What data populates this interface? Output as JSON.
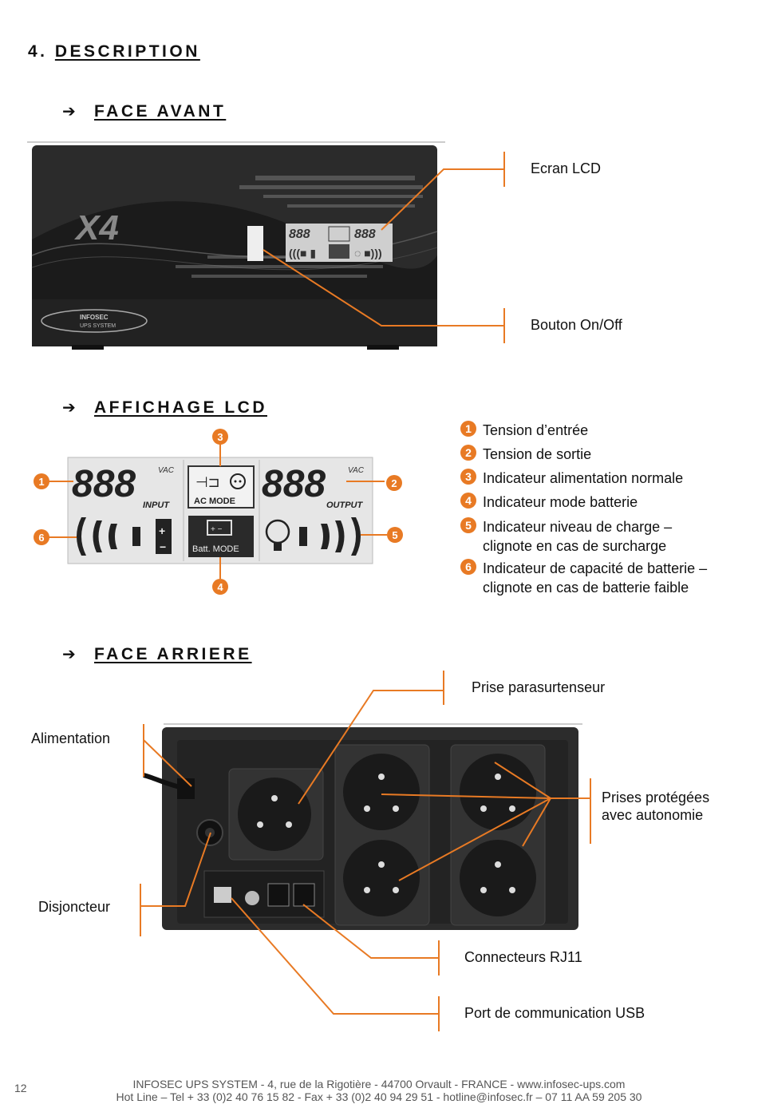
{
  "section_title": {
    "number": "4.",
    "label": "DESCRIPTION"
  },
  "sub_front": "FACE AVANT",
  "sub_lcd": "AFFICHAGE LCD",
  "sub_rear": "FACE ARRIERE",
  "front": {
    "brand_mark": "X4",
    "logo_brand": "INFOSEC",
    "logo_sub": "UPS SYSTEM",
    "callouts": [
      "Ecran LCD",
      "Bouton On/Off"
    ]
  },
  "lcd": {
    "digits_in": "888",
    "digits_out": "888",
    "vac": "VAC",
    "input": "INPUT",
    "output": "OUTPUT",
    "ac_mode": "AC MODE",
    "batt_mode": "Batt. MODE",
    "markers": [
      "1",
      "2",
      "3",
      "4",
      "5",
      "6"
    ]
  },
  "legend": [
    {
      "n": "1",
      "text": "Tension d’entrée"
    },
    {
      "n": "2",
      "text": "Tension de sortie"
    },
    {
      "n": "3",
      "text": "Indicateur alimentation normale"
    },
    {
      "n": "4",
      "text": "Indicateur mode batterie"
    },
    {
      "n": "5",
      "text": "Indicateur niveau de charge – clignote en cas de surcharge"
    },
    {
      "n": "6",
      "text": "Indicateur de capacité de batterie – clignote en cas de batterie faible"
    }
  ],
  "rear": {
    "callouts": {
      "surge": "Prise parasurtenseur",
      "power": "Alimentation",
      "protected": "Prises protégées avec autonomie",
      "breaker": "Disjoncteur",
      "rj11": "Connecteurs RJ11",
      "usb": "Port de communication USB"
    }
  },
  "footer": {
    "page": "12",
    "line1": "INFOSEC UPS SYSTEM - 4, rue de la Rigotière - 44700 Orvault - FRANCE -  www.infosec-ups.com",
    "line2": "Hot Line – Tel + 33 (0)2 40 76 15 82 - Fax + 33 (0)2 40 94 29 51 - hotline@infosec.fr – 07 11 AA 59 205 30"
  },
  "colors": {
    "accent": "#e87a24",
    "device": "#2a2a2a",
    "lcd_bg": "#e6e6e6"
  }
}
